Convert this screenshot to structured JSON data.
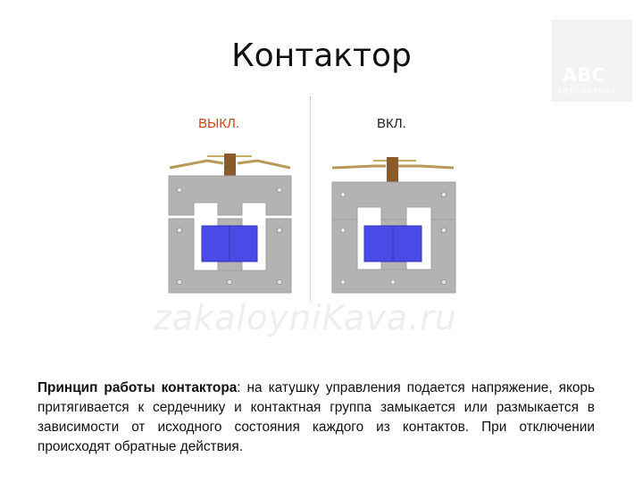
{
  "title": "Контактор",
  "logo": {
    "text": "АВС",
    "subtext": "АВТОМАТИКА"
  },
  "states": {
    "off": "ВЫКЛ.",
    "on": "ВКЛ."
  },
  "watermark": "zakaloyniKava.ru",
  "description": {
    "term": "Принцип работы контактора",
    "body": ": на катушку управления подается напряжение, якорь притягивается к сердечнику и контактная группа замыкается или размыкается в зависимости от исходного состояния каждого из контактов. При отключении происходят обратные действия."
  },
  "colors": {
    "core": "#b3b3b3",
    "coil": "#4a4ae6",
    "contact": "#b79a57",
    "arm": "#8a5a2b",
    "off_label": "#d34216"
  }
}
